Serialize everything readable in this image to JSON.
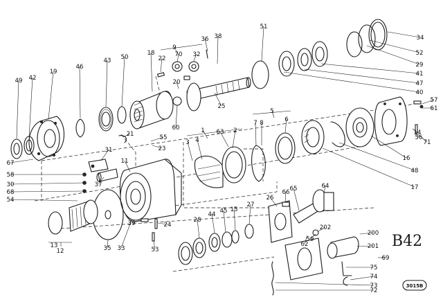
{
  "diagram": {
    "handwritten_mark": "B42",
    "reference_tag": "3015B",
    "callouts": [
      "1",
      "2",
      "3",
      "4",
      "5",
      "6",
      "7",
      "8",
      "9",
      "11",
      "12",
      "13",
      "14",
      "15",
      "16",
      "17",
      "18",
      "19",
      "20",
      "21",
      "22",
      "23",
      "24",
      "25",
      "26",
      "27",
      "28",
      "29",
      "30",
      "31",
      "32",
      "33",
      "34",
      "35",
      "36",
      "37",
      "38",
      "39",
      "40",
      "41",
      "42",
      "43",
      "44",
      "45",
      "46",
      "47",
      "48",
      "49",
      "50",
      "51",
      "52",
      "53",
      "54",
      "55",
      "56",
      "57",
      "58",
      "59",
      "60",
      "61",
      "62",
      "63",
      "64",
      "65",
      "66",
      "67",
      "68",
      "69",
      "70",
      "71",
      "72",
      "73",
      "74",
      "75",
      "200",
      "201",
      "202"
    ]
  }
}
